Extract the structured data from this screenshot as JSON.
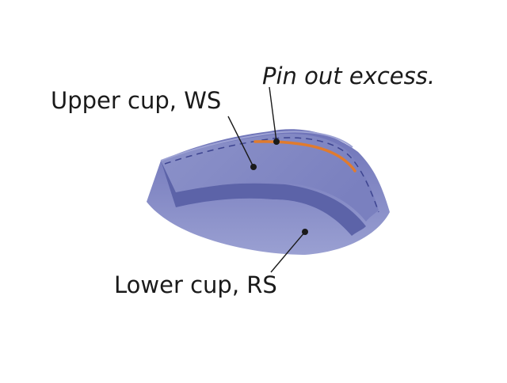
{
  "labels": {
    "pin_out": "Pin out excess.",
    "upper_cup": "Upper cup, WS",
    "lower_cup": "Lower cup, RS"
  },
  "colors": {
    "background": "#ffffff",
    "lower_cup_fill": "#7d81c0",
    "upper_cup_fill": "#8a90c8",
    "inner_band_fill": "#5c63a8",
    "cup_outline": "#6a70b5",
    "pin_line": "#e07b2e",
    "leader_line": "#1a1a1a",
    "dashed_stitch": "#3d4490",
    "text": "#1a1a1a"
  },
  "icons": {
    "illustration": "bra-cup-illustration"
  }
}
